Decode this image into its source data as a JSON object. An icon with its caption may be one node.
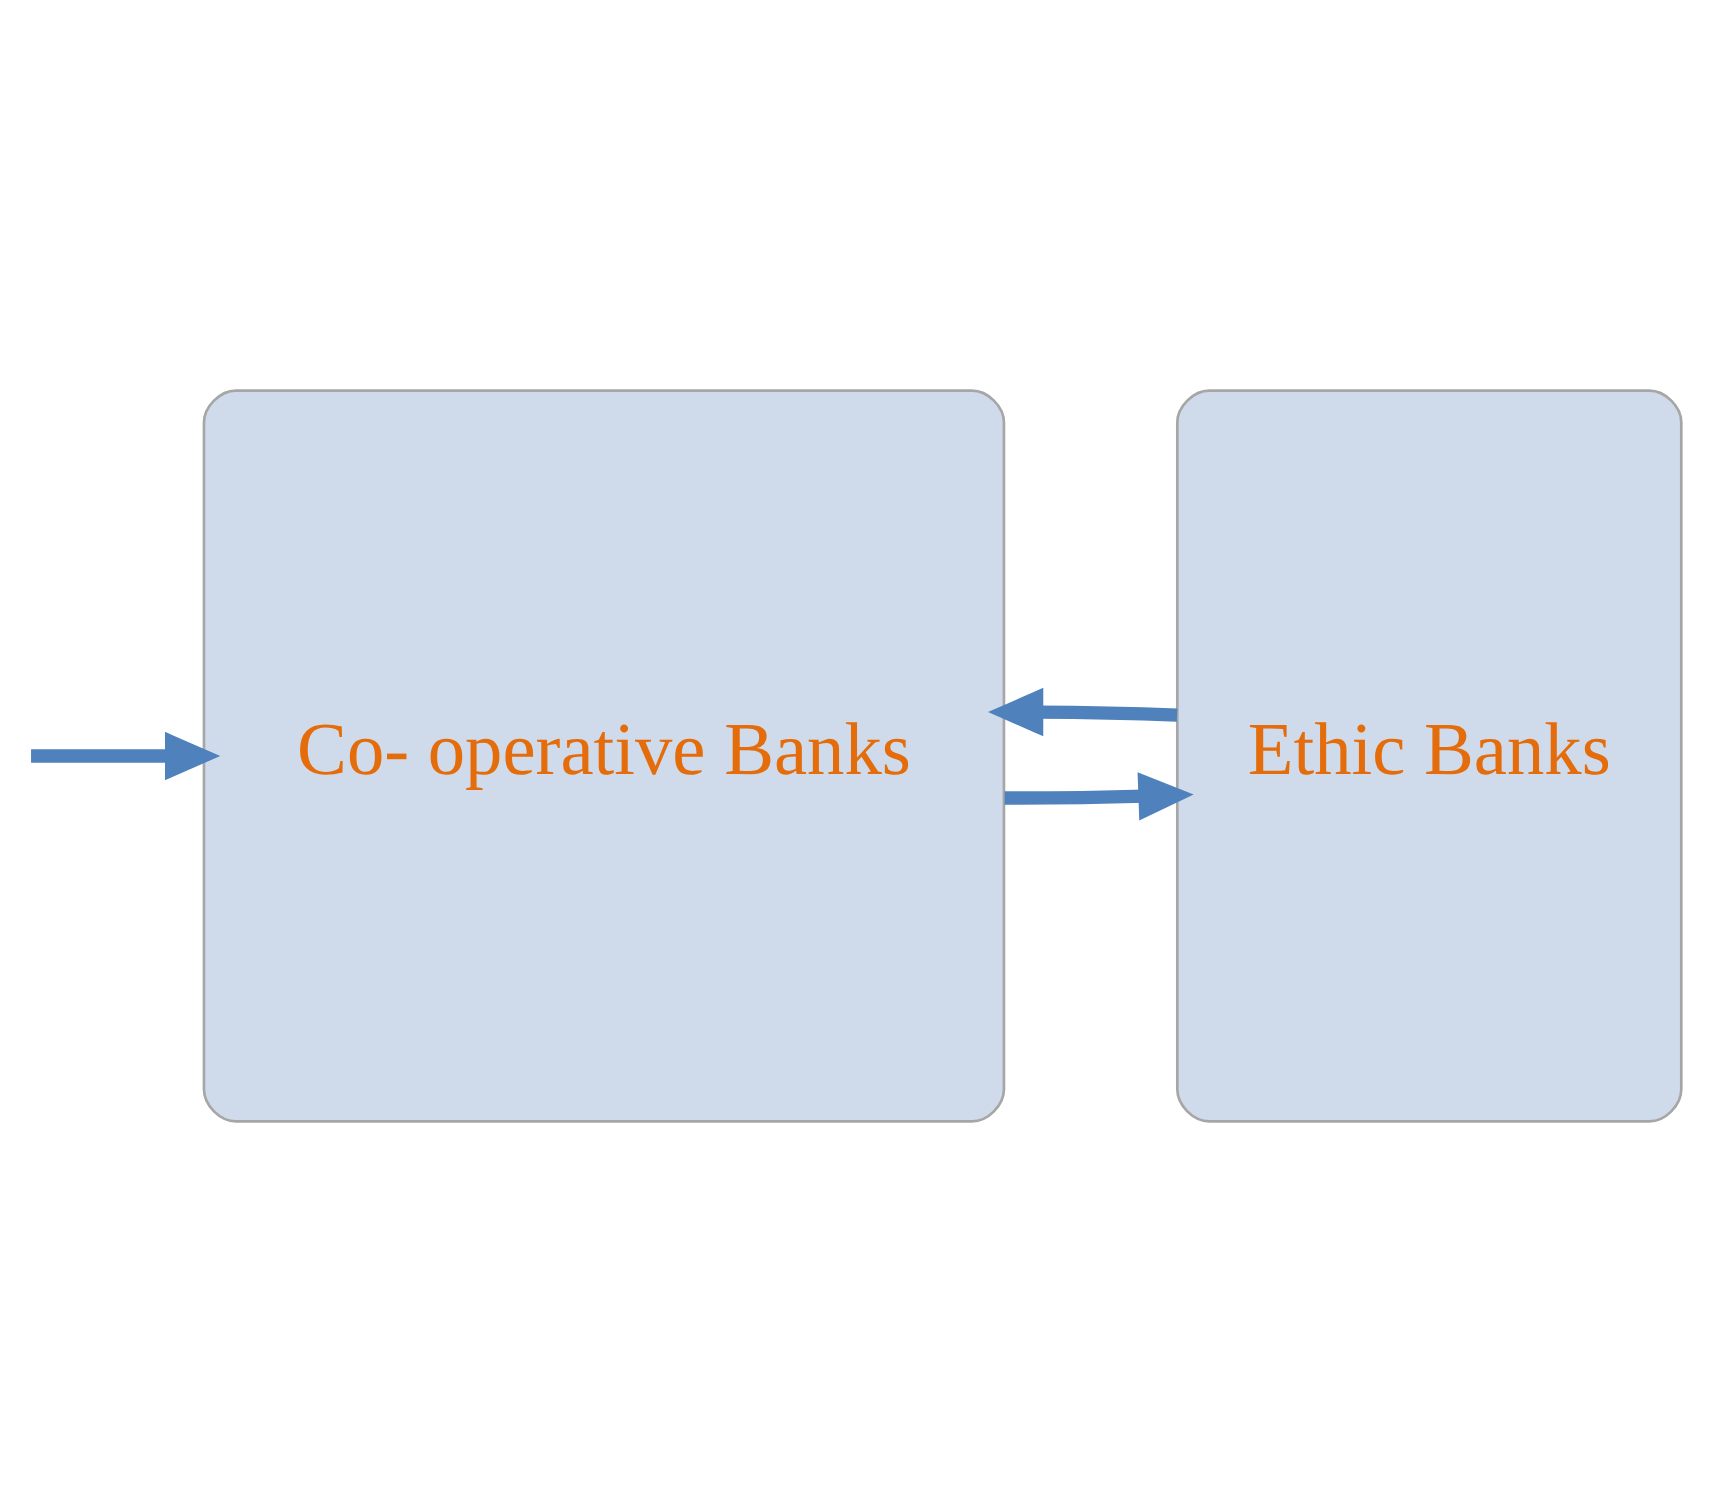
{
  "diagram": {
    "nodes": [
      {
        "text": [
          "Co- operative Banks"
        ]
      },
      {
        "text": [
          "Ethic Banks"
        ]
      }
    ],
    "edges": [
      {
        "from": 0,
        "to": 1,
        "arrow": "to"
      },
      {
        "from": 1,
        "to": 0,
        "arrow": "to"
      },
      {
        "from": null,
        "to": 0,
        "arrow": "to"
      }
    ]
  }
}
